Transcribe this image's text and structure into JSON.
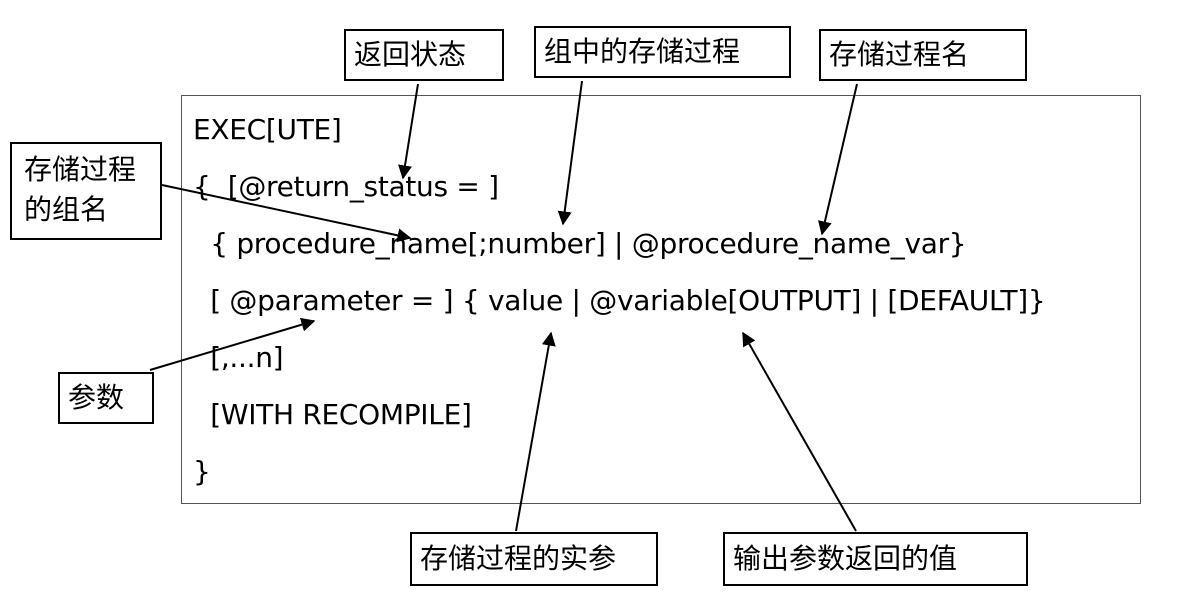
{
  "code": {
    "lines": [
      "EXEC[UTE]",
      "{  [@return_status = ]",
      "  { procedure_name[;number] | @procedure_name_var}",
      "  [ @parameter = ] { value | @variable[OUTPUT] | [DEFAULT]}",
      "  [,...n]",
      "  [WITH RECOMPILE]",
      "}"
    ]
  },
  "labels": {
    "return_status": "返回状态",
    "proc_in_group": "组中的存储过程",
    "proc_name": "存储过程名",
    "group_name": "存储过程的组名",
    "parameter": "参数",
    "actual_param": "存储过程的实参",
    "output_value": "输出参数返回的值"
  }
}
